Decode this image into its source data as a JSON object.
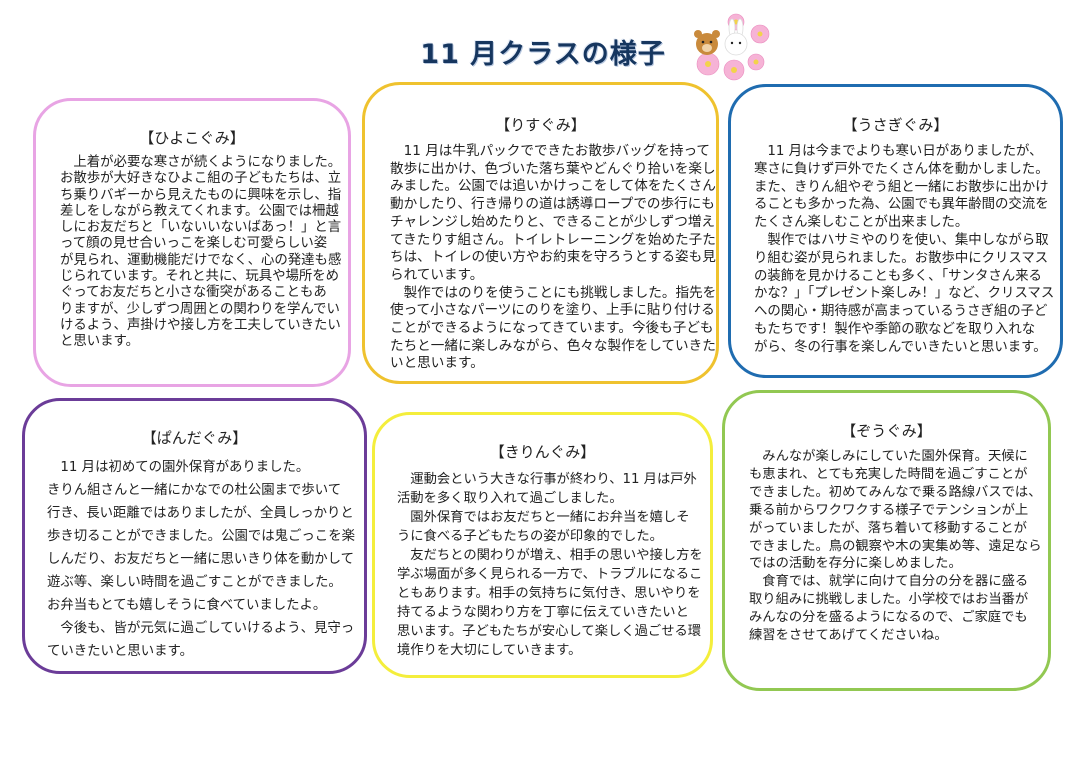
{
  "header": {
    "title": "11 月クラスの様子",
    "decoration": "bear-bunny-cosmos-illustration"
  },
  "colors": {
    "title": "#16365f",
    "hiyoko": "#e8a4e4",
    "risu": "#efc22e",
    "usagi": "#1f6cb0",
    "panda": "#6b3c98",
    "kirin": "#f4ee3c",
    "zou": "#92c852"
  },
  "classes": {
    "hiyoko": {
      "heading": "【ひよこぐみ】",
      "lines": [
        "　上着が必要な寒さが続くようになりました。",
        "お散歩が大好きなひよこ組の子どもたちは、立",
        "ち乗りバギーから見えたものに興味を示し、指",
        "差しをしながら教えてくれます。公園では柵越",
        "しにお友だちと「いないいないばあっ！」と言",
        "って顔の見せ合いっこを楽しむ可愛らしい姿",
        "が見られ、運動機能だけでなく、心の発達も感",
        "じられています。それと共に、玩具や場所をめ",
        "ぐってお友だちと小さな衝突があることもあ",
        "りますが、少しずつ周囲との関わりを学んでい",
        "けるよう、声掛けや接し方を工夫していきたい",
        "と思います。"
      ]
    },
    "risu": {
      "heading": "【りすぐみ】",
      "lines": [
        "　11 月は牛乳パックでできたお散歩バッグを持って",
        "散歩に出かけ、色づいた落ち葉やどんぐり拾いを楽し",
        "みました。公園では追いかけっこをして体をたくさん",
        "動かしたり、行き帰りの道は誘導ロープでの歩行にも",
        "チャレンジし始めたりと、できることが少しずつ増え",
        "てきたりす組さん。トイレトレーニングを始めた子た",
        "ちは、トイレの使い方やお約束を守ろうとする姿も見",
        "られています。",
        "　製作ではのりを使うことにも挑戦しました。指先を",
        "使って小さなパーツにのりを塗り、上手に貼り付ける",
        "ことができるようになってきています。今後も子ども",
        "たちと一緒に楽しみながら、色々な製作をしていきた",
        "いと思います。"
      ]
    },
    "usagi": {
      "heading": "【うさぎぐみ】",
      "lines": [
        "　11 月は今までよりも寒い日がありましたが、",
        "寒さに負けず戸外でたくさん体を動かしました。",
        "また、きりん組やぞう組と一緒にお散歩に出かけ",
        "ることも多かった為、公園でも異年齢間の交流を",
        "たくさん楽しむことが出来ました。",
        "　製作ではハサミやのりを使い、集中しながら取",
        "り組む姿が見られました。お散歩中にクリスマス",
        "の装飾を見かけることも多く、「サンタさん来る",
        "かな？」「プレゼント楽しみ！」など、クリスマス",
        "への関心・期待感が高まっているうさぎ組の子ど",
        "もたちです！製作や季節の歌などを取り入れな",
        "がら、冬の行事を楽しんでいきたいと思います。"
      ]
    },
    "panda": {
      "heading": "【ぱんだぐみ】",
      "lines": [
        "　11 月は初めての園外保育がありました。",
        "きりん組さんと一緒にかなでの杜公園まで歩いて",
        "行き、長い距離ではありましたが、全員しっかりと",
        "歩き切ることができました。公園では鬼ごっこを楽",
        "しんだり、お友だちと一緒に思いきり体を動かして",
        "遊ぶ等、楽しい時間を過ごすことができました。",
        "お弁当もとても嬉しそうに食べていましたよ。",
        "　今後も、皆が元気に過ごしていけるよう、見守っ",
        "ていきたいと思います。"
      ]
    },
    "kirin": {
      "heading": "【きりんぐみ】",
      "lines": [
        "　運動会という大きな行事が終わり、11 月は戸外",
        "活動を多く取り入れて過ごしました。",
        "　園外保育ではお友だちと一緒にお弁当を嬉しそ",
        "うに食べる子どもたちの姿が印象的でした。",
        "　友だちとの関わりが増え、相手の思いや接し方を",
        "学ぶ場面が多く見られる一方で、トラブルになるこ",
        "ともあります。相手の気持ちに気付き、思いやりを",
        "持てるような関わり方を丁寧に伝えていきたいと",
        "思います。子どもたちが安心して楽しく過ごせる環",
        "境作りを大切にしていきます。"
      ]
    },
    "zou": {
      "heading": "【ぞうぐみ】",
      "lines": [
        "　みんなが楽しみにしていた園外保育。天候に",
        "も恵まれ、とても充実した時間を過ごすことが",
        "できました。初めてみんなで乗る路線バスでは、",
        "乗る前からワクワクする様子でテンションが上",
        "がっていましたが、落ち着いて移動することが",
        "できました。鳥の観察や木の実集め等、遠足なら",
        "ではの活動を存分に楽しめました。",
        "　食育では、就学に向けて自分の分を器に盛る",
        "取り組みに挑戦しました。小学校ではお当番が",
        "みんなの分を盛るようになるので、ご家庭でも",
        "練習をさせてあげてくださいね。"
      ]
    }
  }
}
